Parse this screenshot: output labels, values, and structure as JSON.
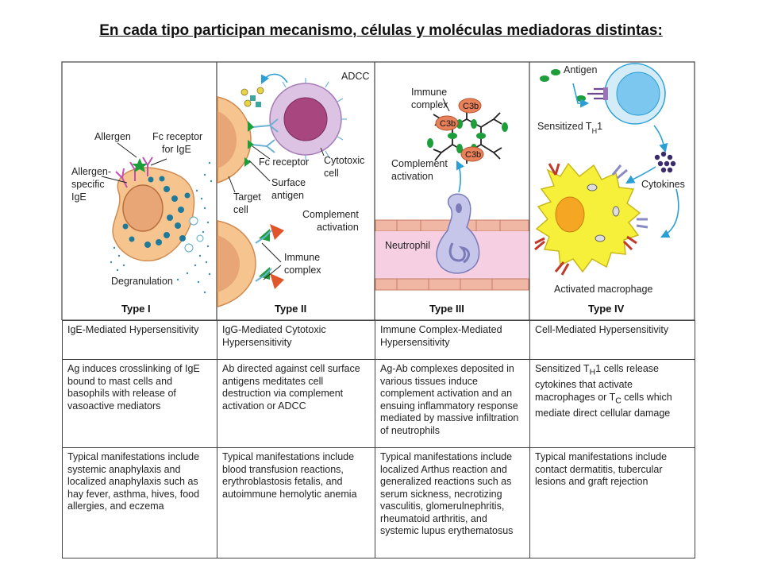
{
  "title": "En cada tipo participan mecanismo, células y moléculas mediadoras distintas:",
  "panels": {
    "type1": {
      "type_label": "Type I",
      "labels": {
        "allergen": "Allergen",
        "fc_receptor_1": "Fc receptor",
        "fc_receptor_2": "for IgE",
        "specific_1": "Allergen-",
        "specific_2": "specific",
        "specific_3": "IgE",
        "degranulation": "Degranulation"
      }
    },
    "type2": {
      "type_label": "Type II",
      "labels": {
        "adcc": "ADCC",
        "cytotoxic_1": "Cytotoxic",
        "cytotoxic_2": "cell",
        "fc_receptor": "Fc receptor",
        "surface_1": "Surface",
        "surface_2": "antigen",
        "target_1": "Target",
        "target_2": "cell",
        "complement_1": "Complement",
        "complement_2": "activation",
        "immune_1": "Immune",
        "immune_2": "complex"
      }
    },
    "type3": {
      "type_label": "Type III",
      "labels": {
        "immune_1": "Immune",
        "immune_2": "complex",
        "c3b": "C3b",
        "complement_1": "Complement",
        "complement_2": "activation",
        "neutrophil": "Neutrophil"
      }
    },
    "type4": {
      "type_label": "Type IV",
      "labels": {
        "antigen": "Antigen",
        "sensitized": "Sensitized T",
        "sensitized_sub": "H",
        "sensitized_suffix": "1",
        "cytokines": "Cytokines",
        "activated": "Activated macrophage"
      }
    }
  },
  "table": {
    "names": [
      "IgE-Mediated Hypersensitivity",
      "IgG-Mediated Cytotoxic Hypersensitivity",
      "Immune Complex-Mediated Hypersensitivity",
      "Cell-Mediated Hypersensitivity"
    ],
    "mechanisms": [
      "Ag induces crosslinking of IgE bound to mast cells and basophils with release of vasoactive mediators",
      "Ab directed against cell surface antigens meditates cell destruction via complement activation or ADCC",
      "Ag-Ab complexes deposited in various tissues induce complement activation and an ensuing inflammatory response mediated by massive infiltration of neutrophils",
      "Sensitized TH1 cells release cytokines that activate macrophages or TC cells which mediate direct cellular damage"
    ],
    "mechanism4_parts": {
      "p1": "Sensitized T",
      "s1": "H",
      "p2": "1 cells release cytokines that activate macrophages or T",
      "s2": "C",
      "p3": " cells which mediate direct cellular damage"
    },
    "manifestations": [
      "Typical manifestations include systemic anaphylaxis and localized anaphylaxis such as hay fever, asthma, hives, food allergies, and eczema",
      "Typical manifestations include blood transfusion reactions, erythroblastosis fetalis, and autoimmune hemolytic anemia",
      "Typical manifestations include localized Arthus reaction and generalized reactions such as serum sickness, necrotizing vasculitis, glomerulnephritis, rheumatoid arthritis, and systemic lupus erythematosus",
      "Typical manifestations include contact dermatitis, tubercular lesions and graft rejection"
    ]
  }
}
